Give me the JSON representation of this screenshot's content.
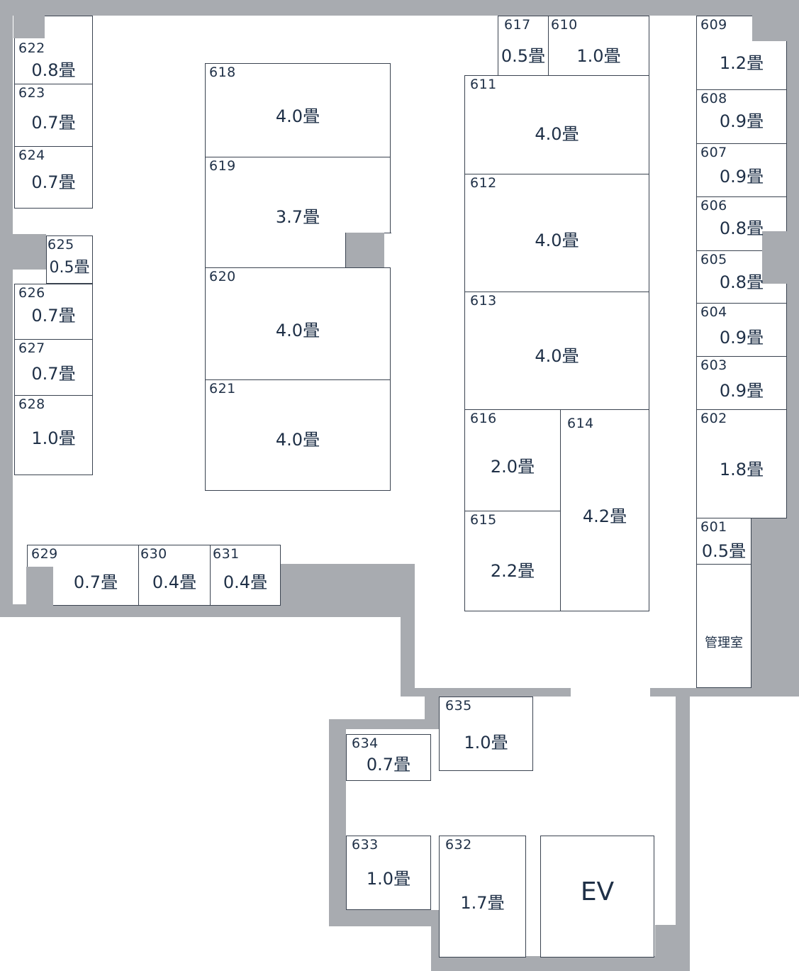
{
  "floor_plan": {
    "units": [
      {
        "id": "u622",
        "number": "622",
        "size": "0.8畳"
      },
      {
        "id": "u623",
        "number": "623",
        "size": "0.7畳"
      },
      {
        "id": "u624",
        "number": "624",
        "size": "0.7畳"
      },
      {
        "id": "u625",
        "number": "625",
        "size": "0.5畳"
      },
      {
        "id": "u626",
        "number": "626",
        "size": "0.7畳"
      },
      {
        "id": "u627",
        "number": "627",
        "size": "0.7畳"
      },
      {
        "id": "u628",
        "number": "628",
        "size": "1.0畳"
      },
      {
        "id": "u629",
        "number": "629",
        "size": "0.7畳"
      },
      {
        "id": "u630",
        "number": "630",
        "size": "0.4畳"
      },
      {
        "id": "u631",
        "number": "631",
        "size": "0.4畳"
      },
      {
        "id": "u618",
        "number": "618",
        "size": "4.0畳"
      },
      {
        "id": "u619",
        "number": "619",
        "size": "3.7畳"
      },
      {
        "id": "u620",
        "number": "620",
        "size": "4.0畳"
      },
      {
        "id": "u621",
        "number": "621",
        "size": "4.0畳"
      },
      {
        "id": "u617",
        "number": "617",
        "size": "0.5畳"
      },
      {
        "id": "u610",
        "number": "610",
        "size": "1.0畳"
      },
      {
        "id": "u611",
        "number": "611",
        "size": "4.0畳"
      },
      {
        "id": "u612",
        "number": "612",
        "size": "4.0畳"
      },
      {
        "id": "u613",
        "number": "613",
        "size": "4.0畳"
      },
      {
        "id": "u616",
        "number": "616",
        "size": "2.0畳"
      },
      {
        "id": "u615",
        "number": "615",
        "size": "2.2畳"
      },
      {
        "id": "u614",
        "number": "614",
        "size": "4.2畳"
      },
      {
        "id": "u609",
        "number": "609",
        "size": "1.2畳"
      },
      {
        "id": "u608",
        "number": "608",
        "size": "0.9畳"
      },
      {
        "id": "u607",
        "number": "607",
        "size": "0.9畳"
      },
      {
        "id": "u606",
        "number": "606",
        "size": "0.8畳"
      },
      {
        "id": "u605",
        "number": "605",
        "size": "0.8畳"
      },
      {
        "id": "u604",
        "number": "604",
        "size": "0.9畳"
      },
      {
        "id": "u603",
        "number": "603",
        "size": "0.9畳"
      },
      {
        "id": "u602",
        "number": "602",
        "size": "1.8畳"
      },
      {
        "id": "u601",
        "number": "601",
        "size": "0.5畳"
      },
      {
        "id": "u635",
        "number": "635",
        "size": "1.0畳"
      },
      {
        "id": "u634",
        "number": "634",
        "size": "0.7畳"
      },
      {
        "id": "u633",
        "number": "633",
        "size": "1.0畳"
      },
      {
        "id": "u632",
        "number": "632",
        "size": "1.7畳"
      }
    ],
    "management_office": {
      "label": "管理室"
    },
    "elevator": {
      "label": "EV"
    }
  }
}
